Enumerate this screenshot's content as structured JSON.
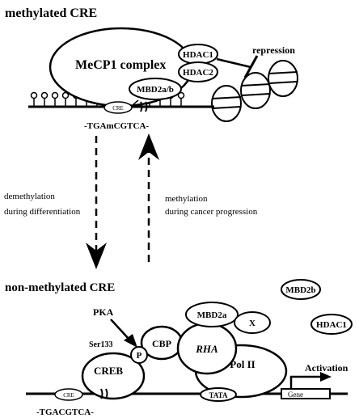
{
  "top": {
    "title": "methylated CRE",
    "mecp1_complex": "MeCP1 complex",
    "hdac1": "HDAC1",
    "hdac2": "HDAC2",
    "mbd2ab": "MBD2a/b",
    "repression": "repression",
    "cre": "CRE",
    "sequence": "-TGAmCGTCA-"
  },
  "middle": {
    "demethylation_line1": "demethylation",
    "demethylation_line2": "during differentiation",
    "methylation_line1": "methylation",
    "methylation_line2": "during cancer progression"
  },
  "bottom": {
    "title": "non-methylated CRE",
    "mbd2b": "MBD2b",
    "hdac1": "HDAC1",
    "pka": "PKA",
    "ser133": "Ser133",
    "p": "P",
    "cbp": "CBP",
    "mbd2a": "MBD2a",
    "x": "X",
    "rha": "RHA",
    "creb": "CREB",
    "pol2": "Pol II",
    "tata": "TATA",
    "gene": "Gene",
    "activation": "Activation",
    "cre": "CRE",
    "sequence": "-TGACGTCA-"
  }
}
